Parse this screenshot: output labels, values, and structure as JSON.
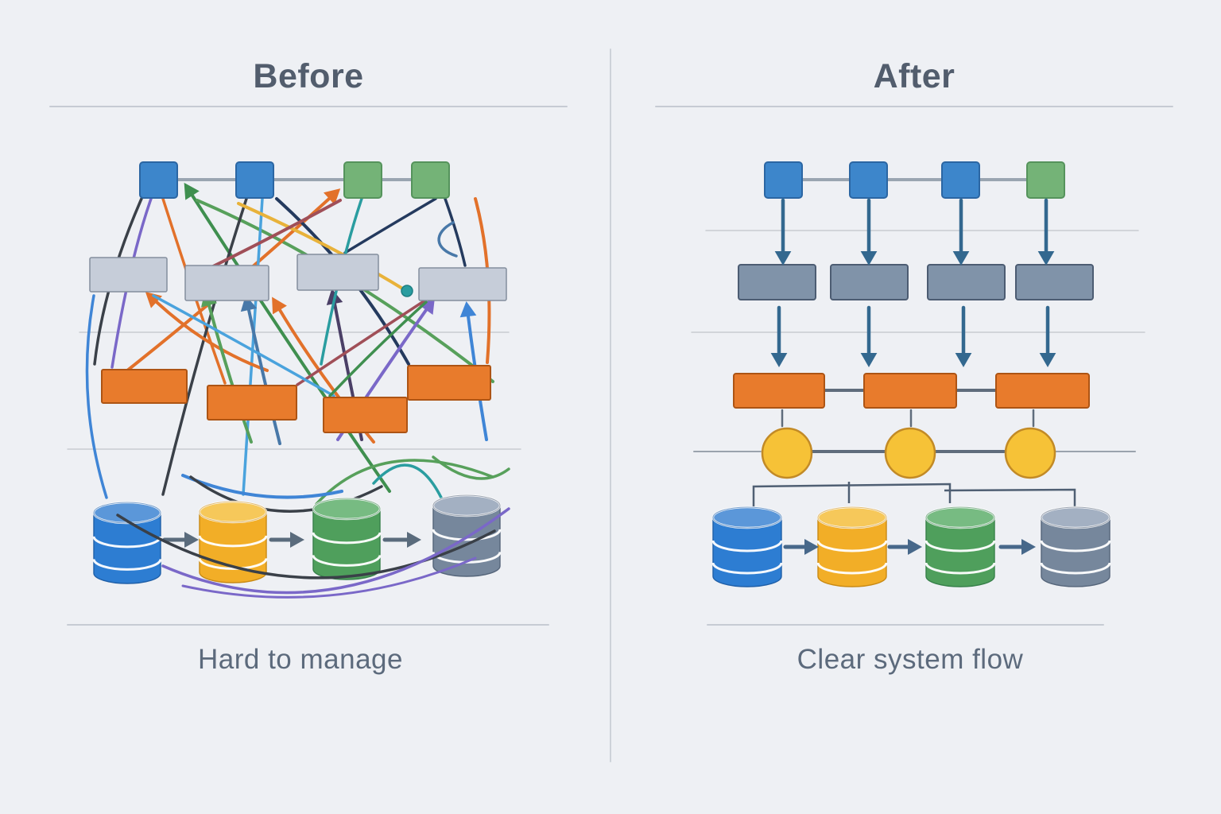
{
  "panels": {
    "before": {
      "title": "Before",
      "caption": "Hard to manage",
      "connections_style": "tangled",
      "rows": {
        "top_squares": {
          "count": 4,
          "colors": [
            "blue",
            "blue",
            "green",
            "green"
          ]
        },
        "gray_boxes": {
          "count": 4,
          "color": "light-gray"
        },
        "orange_boxes": {
          "count": 4,
          "color": "orange"
        },
        "databases": {
          "count": 4,
          "colors": [
            "blue",
            "yellow",
            "green",
            "gray"
          ]
        }
      }
    },
    "after": {
      "title": "After",
      "caption": "Clear system flow",
      "connections_style": "ordered",
      "rows": {
        "top_squares": {
          "count": 4,
          "colors": [
            "blue",
            "blue",
            "blue",
            "green"
          ]
        },
        "gray_boxes": {
          "count": 4,
          "color": "slate-gray"
        },
        "orange_boxes": {
          "count": 3,
          "color": "orange"
        },
        "yellow_circles": {
          "count": 3,
          "color": "yellow"
        },
        "databases": {
          "count": 4,
          "colors": [
            "blue",
            "yellow",
            "green",
            "gray"
          ]
        }
      }
    }
  },
  "palette": {
    "background": "#eef0f4",
    "title_text": "#525d6d",
    "caption_text": "#5c6a7c",
    "underline": "#c6cbd3",
    "center_divider": "#cdd2d9",
    "faint_line": "#c8ccd2",
    "node_blue": "#3d86cb",
    "node_blue_border": "#2b66a3",
    "node_green": "#74b377",
    "node_green_border": "#55935c",
    "gray_box_before": "#c6cdd9",
    "gray_box_before_border": "#848e9d",
    "gray_box_after": "#8093a9",
    "gray_box_after_border": "#4c5c72",
    "node_orange": "#e87b2c",
    "node_orange_border": "#ad5414",
    "node_yellow": "#f6c237",
    "node_yellow_border": "#c28a26",
    "square_connector": "#9aa5b1",
    "arrow_steel": "#33688f",
    "arrow_dark_slate": "#5a6b7c",
    "arrow_cyl_after": "#47688a",
    "bracket_line": "#4f5f73",
    "through_line_dark": "#5f6c7c",
    "through_line_light": "#9aa3ad",
    "cylinders": {
      "blue": {
        "body": "#2d7dd2",
        "top": "#5b97d9",
        "outline": "#1f5fa8"
      },
      "yellow": {
        "body": "#f2ae27",
        "top": "#f6c85a",
        "outline": "#c98a14"
      },
      "green": {
        "body": "#4f9f5c",
        "top": "#77bb82",
        "outline": "#37804a"
      },
      "gray": {
        "body": "#76879c",
        "top": "#a3b0c2",
        "outline": "#55657a"
      }
    },
    "tangle_arrow_colors": [
      "#7a68c8",
      "#e2712a",
      "#3f8f4f",
      "#57a05b",
      "#a04f58",
      "#243a5e",
      "#4aa3dd",
      "#2a9da0",
      "#e8b23a",
      "#3a4048",
      "#3f85d6",
      "#4a3f66",
      "#4878a8"
    ]
  }
}
